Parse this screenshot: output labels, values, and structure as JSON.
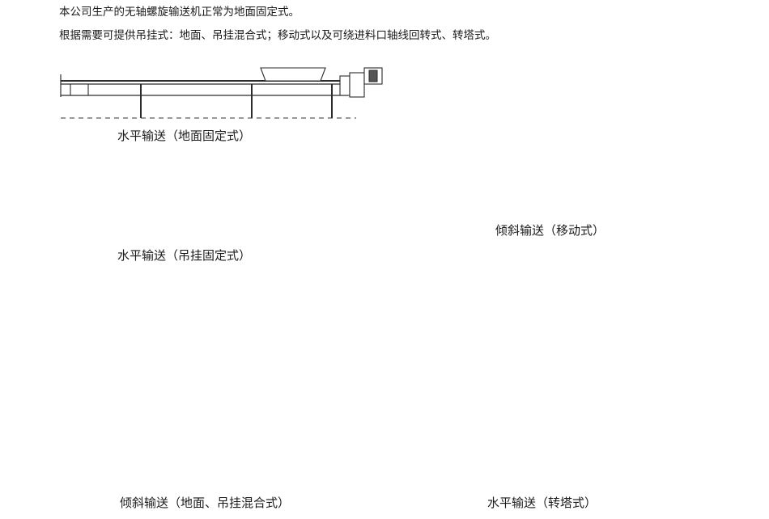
{
  "intro": {
    "line1": "本公司生产的无轴螺旋输送机正常为地面固定式。",
    "line2": "根据需要可提供吊挂式：地面、吊挂混合式；移动式以及可绕进料口轴线回转式、转塔式。"
  },
  "captions": {
    "horizontal_ground": "水平输送（地面固定式）",
    "horizontal_hanging": "水平输送（吊挂固定式）",
    "incline_mobile": "倾斜输送（移动式）",
    "incline_mixed": "倾斜输送（地面、吊挂混合式）",
    "horizontal_turret": "水平输送（转塔式）"
  }
}
